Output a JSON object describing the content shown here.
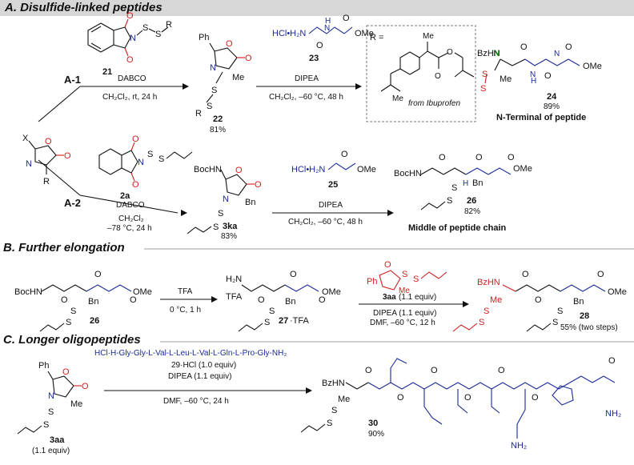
{
  "sections": {
    "a": "A. Disulfide-linked peptides",
    "b": "B. Further elongation",
    "c": "C. Longer oligopeptides"
  },
  "a1": {
    "route": "A-1",
    "reagent_num": "21",
    "reagent_r": "R",
    "cond1": "DABCO",
    "cond2": "CH₂Cl₂, rt, 24 h",
    "int_num": "22",
    "int_yield": "81%",
    "int_ph": "Ph",
    "int_me": "Me",
    "int_r": "R",
    "amine": "HCl•H₂N",
    "amine_ome": "OMe",
    "amine_num": "23",
    "cond3": "DIPEA",
    "cond4": "CH₂Cl₂, –60 °C, 48 h",
    "r_eq": "R =",
    "r_me": "Me",
    "r_me2": "Me",
    "r_from": "from Ibuprofen",
    "prod_num": "24",
    "prod_yield": "89%",
    "prod_caption": "N-Terminal of peptide",
    "prod_bz": "BzHN",
    "prod_me": "Me",
    "prod_ome": "OMe"
  },
  "a2": {
    "route": "A-2",
    "sm_x": "X",
    "sm_r": "R",
    "reagent_num": "2a",
    "cond1": "DABCO",
    "cond2": "CH₂Cl₂",
    "cond3": "–78 °C, 24 h",
    "int_num": "3ka",
    "int_yield": "83%",
    "int_boc": "BocHN",
    "int_bn": "Bn",
    "amine": "HCl•H₂N",
    "amine_ome": "OMe",
    "amine_num": "25",
    "cond4": "DIPEA",
    "cond5": "CH₂Cl₂, –60 °C, 48 h",
    "prod_boc": "BocHN",
    "prod_bn": "Bn",
    "prod_ome": "OMe",
    "prod_num": "26",
    "prod_yield": "82%",
    "prod_caption": "Middle of peptide chain"
  },
  "b": {
    "sm_boc": "BocHN",
    "sm_bn": "Bn",
    "sm_ome": "OMe",
    "sm_num": "26",
    "cond1": "TFA",
    "cond2": "0 °C, 1 h",
    "int_h2n": "H₂N",
    "int_tfa": "TFA",
    "int_bn": "Bn",
    "int_ome": "OMe",
    "int_num": "27",
    "int_salt": "·TFA",
    "reagent_ph": "Ph",
    "reagent_me": "Me",
    "reagent_num": "3aa",
    "reagent_equiv": "(1.1 equiv)",
    "cond3": "DIPEA (1.1 equiv)",
    "cond4": "DMF, –60 °C, 12 h",
    "prod_bz": "BzHN",
    "prod_me": "Me",
    "prod_bn": "Bn",
    "prod_ome": "OMe",
    "prod_num": "28",
    "prod_yield": "55% (two steps)"
  },
  "c": {
    "sm_ph": "Ph",
    "sm_me": "Me",
    "sm_num": "3aa",
    "sm_equiv": "(1.1 equiv)",
    "reagent": "HCl·H-Gly-Gly-L-Val-L-Leu-L-Val-L-Gln-L-Pro-Gly-NH₂",
    "reagent2": "29·HCl (1.0 equiv)",
    "cond1": "DIPEA (1.1 equiv)",
    "cond2": "DMF, –60 °C, 24 h",
    "prod_bz": "BzHN",
    "prod_me": "Me",
    "prod_num": "30",
    "prod_yield": "90%",
    "nh2_a": "NH₂",
    "nh2_b": "NH₂"
  },
  "atoms": {
    "N": "N",
    "O": "O",
    "S": "S",
    "H": "H"
  },
  "colors": {
    "blue": "#1a2a9a",
    "red": "#d21d1d",
    "green": "#1a8f1a",
    "bar": "#d7d7d7"
  }
}
